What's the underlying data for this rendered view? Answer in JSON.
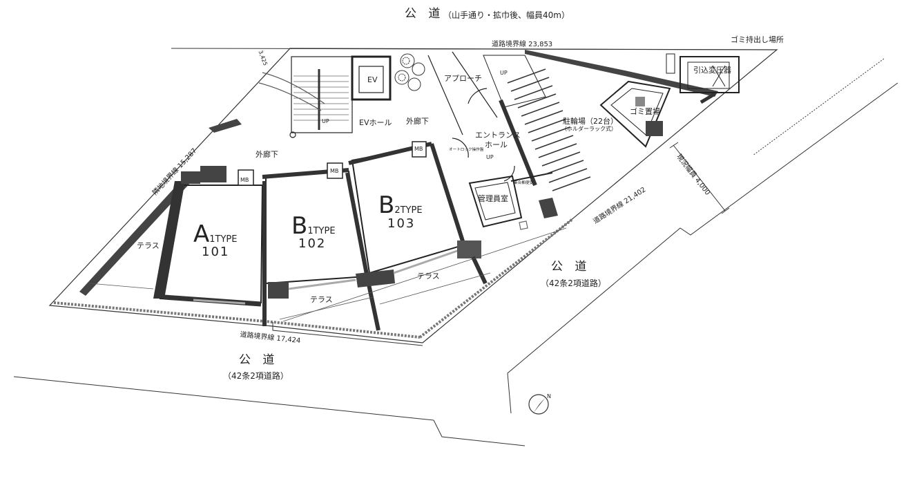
{
  "roads": {
    "north": {
      "name": "公 道",
      "note": "（山手通り・拡巾後、幅員40m）"
    },
    "southeast": {
      "name": "公 道",
      "note": "（42条2項道路）"
    },
    "south": {
      "name": "公 道",
      "note": "（42条2項道路）"
    }
  },
  "boundaries": {
    "north": "道路境界線 23,853",
    "west": "隣地境界線 15,287",
    "south": "道路境界線 17,424",
    "southeast": "道路境界線 21,402",
    "width": "現況幅員 4,000"
  },
  "units": [
    {
      "letter": "A",
      "type": "1TYPE",
      "number": "101"
    },
    {
      "letter": "B",
      "type": "1TYPE",
      "number": "102"
    },
    {
      "letter": "B",
      "type": "2TYPE",
      "number": "103"
    }
  ],
  "rooms": {
    "ev": "EV",
    "ev_hall": "EVホール",
    "corridor_1": "外廊下",
    "corridor_2": "外廊下",
    "approach": "アプローチ",
    "entrance_1": "エントランス",
    "entrance_2": "ホール",
    "manager": "管理員室",
    "bicycle": "駐輪場（22台）",
    "bicycle_note": "（ホルダーラック式）",
    "trash": "ゴミ置場",
    "transformer": "引込変圧器",
    "trash_out": "ゴミ持出し場所",
    "terrace_1": "テラス",
    "terrace_2": "テラス",
    "terrace_3": "テラス",
    "mb_1": "MB",
    "mb_2": "MB",
    "mb_3": "MB",
    "up_1": "UP",
    "up_2": "UP",
    "up_3": "UP",
    "autolock": "オートロック操作盤",
    "mailbox": "集合郵便受",
    "dim_left": "3,425"
  },
  "compass": {
    "north": "N"
  }
}
